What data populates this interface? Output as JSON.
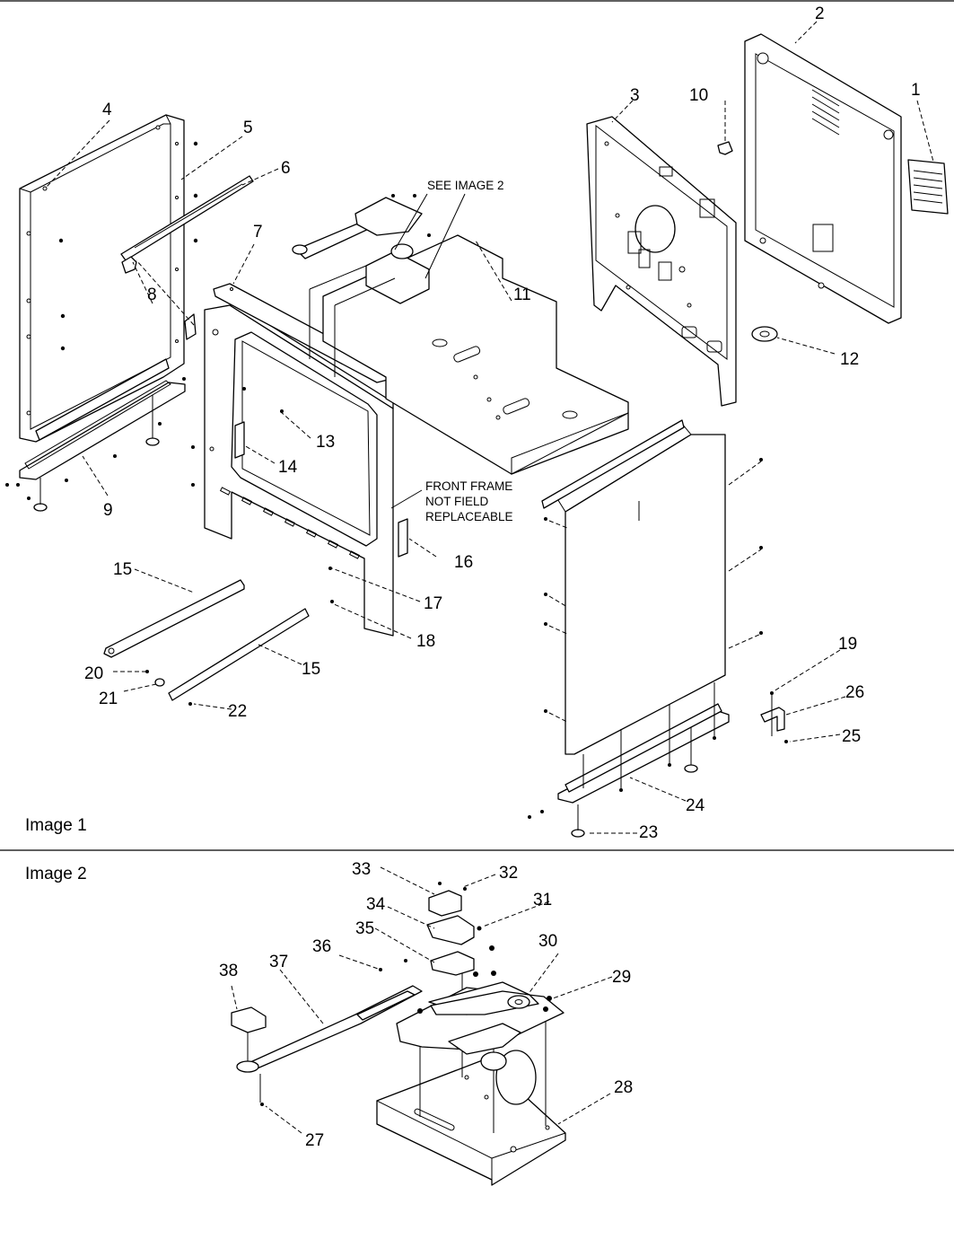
{
  "sections": {
    "image1": "Image 1",
    "image2": "Image 2"
  },
  "notes": {
    "see_image_2": "SEE IMAGE 2",
    "front_frame_1": "FRONT FRAME",
    "front_frame_2": "NOT FIELD",
    "front_frame_3": "REPLACEABLE"
  },
  "callouts": {
    "c1": "1",
    "c2": "2",
    "c3": "3",
    "c4": "4",
    "c5": "5",
    "c6": "6",
    "c7": "7",
    "c8": "8",
    "c9": "9",
    "c10": "10",
    "c11": "11",
    "c12": "12",
    "c13": "13",
    "c14": "14",
    "c15a": "15",
    "c15b": "15",
    "c16": "16",
    "c17": "17",
    "c18": "18",
    "c19": "19",
    "c20": "20",
    "c21": "21",
    "c22": "22",
    "c23": "23",
    "c24": "24",
    "c25": "25",
    "c26": "26",
    "c27": "27",
    "c28": "28",
    "c29": "29",
    "c30": "30",
    "c31": "31",
    "c32": "32",
    "c33": "33",
    "c34": "34",
    "c35": "35",
    "c36": "36",
    "c37": "37",
    "c38": "38"
  }
}
